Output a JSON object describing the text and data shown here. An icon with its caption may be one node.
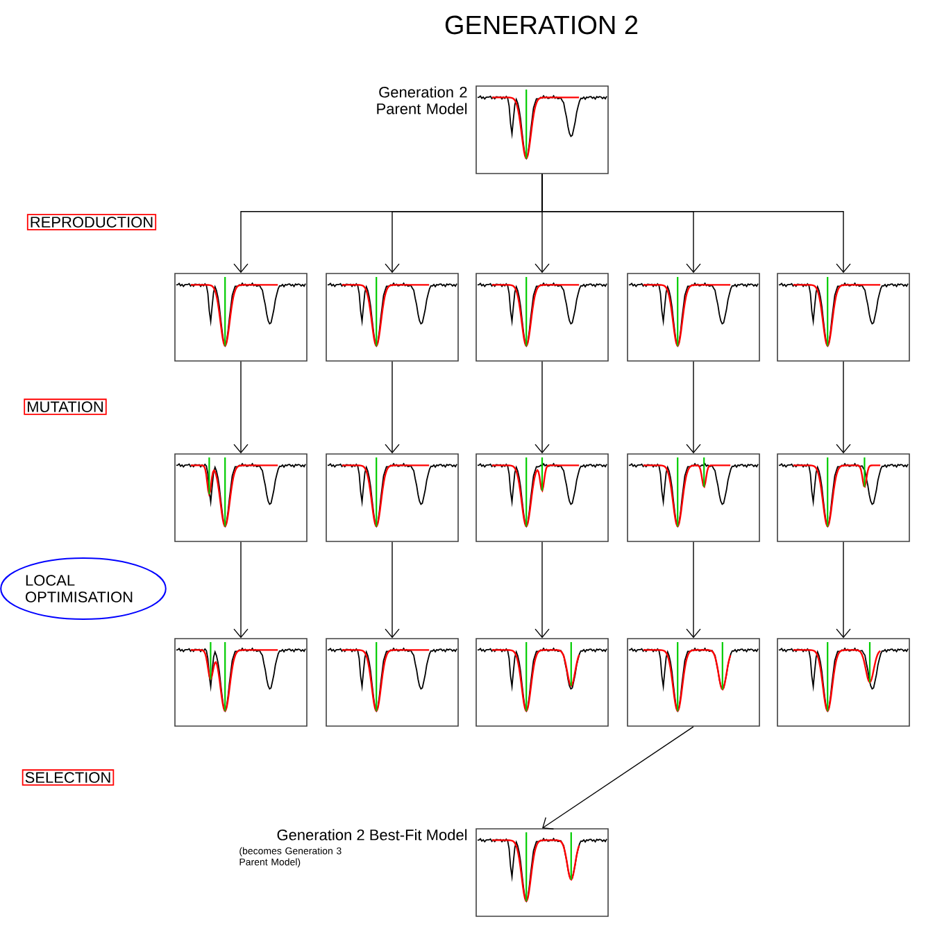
{
  "diagram": {
    "title": "GENERATION 2",
    "nodes": [
      {
        "text": [],
        "shape": "picture",
        "beside": [
          "Generation 2 Parent Model"
        ]
      },
      {
        "text": [
          "REPRODUCTION"
        ]
      },
      {
        "text": [],
        "shape": "picture"
      },
      {
        "text": [],
        "shape": "picture"
      },
      {
        "text": [],
        "shape": "picture"
      },
      {
        "text": [],
        "shape": "picture"
      },
      {
        "text": [],
        "shape": "picture"
      },
      {
        "text": [
          "MUTATION"
        ]
      },
      {
        "text": [],
        "shape": "picture"
      },
      {
        "text": [],
        "shape": "picture"
      },
      {
        "text": [],
        "shape": "picture"
      },
      {
        "text": [],
        "shape": "picture"
      },
      {
        "text": [],
        "shape": "picture"
      },
      {
        "text": [
          "LOCAL OPTIMISATION"
        ]
      },
      {
        "text": [],
        "shape": "picture"
      },
      {
        "text": [],
        "shape": "picture"
      },
      {
        "text": [],
        "shape": "picture"
      },
      {
        "text": [],
        "shape": "picture"
      },
      {
        "text": [],
        "shape": "picture"
      },
      {
        "text": [
          "SELECTION"
        ]
      },
      {
        "text": [],
        "shape": "picture",
        "beside": [
          "Generation 2 Best-Fit Model",
          "(becomes Generation 3 Parent Model)"
        ]
      }
    ],
    "edges": [
      {
        "from": 0,
        "to": 2,
        "arrow": "to"
      },
      {
        "from": 0,
        "to": 3,
        "arrow": "to"
      },
      {
        "from": 0,
        "to": 4,
        "arrow": "to"
      },
      {
        "from": 0,
        "to": 5,
        "arrow": "to"
      },
      {
        "from": 0,
        "to": 6,
        "arrow": "to"
      },
      {
        "from": 2,
        "to": 8,
        "arrow": "to"
      },
      {
        "from": 3,
        "to": 9,
        "arrow": "to"
      },
      {
        "from": 4,
        "to": 10,
        "arrow": "to"
      },
      {
        "from": 5,
        "to": 11,
        "arrow": "to"
      },
      {
        "from": 6,
        "to": 12,
        "arrow": "to"
      },
      {
        "from": 8,
        "to": 14,
        "arrow": "to"
      },
      {
        "from": 9,
        "to": 15,
        "arrow": "to"
      },
      {
        "from": 10,
        "to": 16,
        "arrow": "to"
      },
      {
        "from": 11,
        "to": 17,
        "arrow": "to"
      },
      {
        "from": 12,
        "to": 18,
        "arrow": "to"
      },
      {
        "from": 17,
        "to": 20,
        "arrow": "to"
      }
    ]
  }
}
